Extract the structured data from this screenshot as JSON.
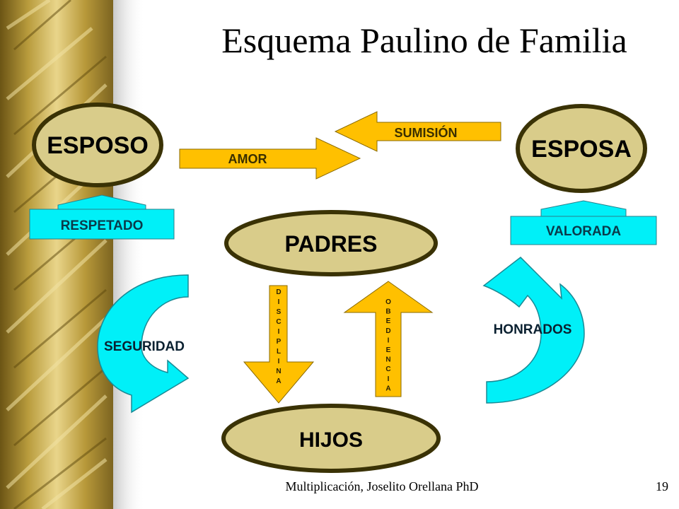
{
  "slide": {
    "title": "Esquema Paulino de Familia",
    "footer": "Multiplicación, Joselito Orellana PhD",
    "page_number": "19"
  },
  "nodes": {
    "esposo": "ESPOSO",
    "esposa": "ESPOSA",
    "padres": "PADRES",
    "hijos": "HIJOS"
  },
  "arrows": {
    "sumision": "SUMISIÓN",
    "amor": "AMOR",
    "respetado": "RESPETADO",
    "valorada": "VALORADA",
    "disciplina": [
      "D",
      "I",
      "S",
      "C",
      "I",
      "P",
      "L",
      "I",
      "N",
      "A"
    ],
    "obediencia": [
      "O",
      "B",
      "E",
      "D",
      "I",
      "E",
      "N",
      "C",
      "I",
      "A"
    ]
  },
  "labels": {
    "seguridad": "SEGURIDAD",
    "honrados": "HONRADOS"
  },
  "colors": {
    "node_fill": "#d9cc8a",
    "node_stroke": "#3a3205",
    "arrow_fill": "#ffc000",
    "curved_arrow_fill": "#00f0f8",
    "curtain": "#b59a3a"
  }
}
